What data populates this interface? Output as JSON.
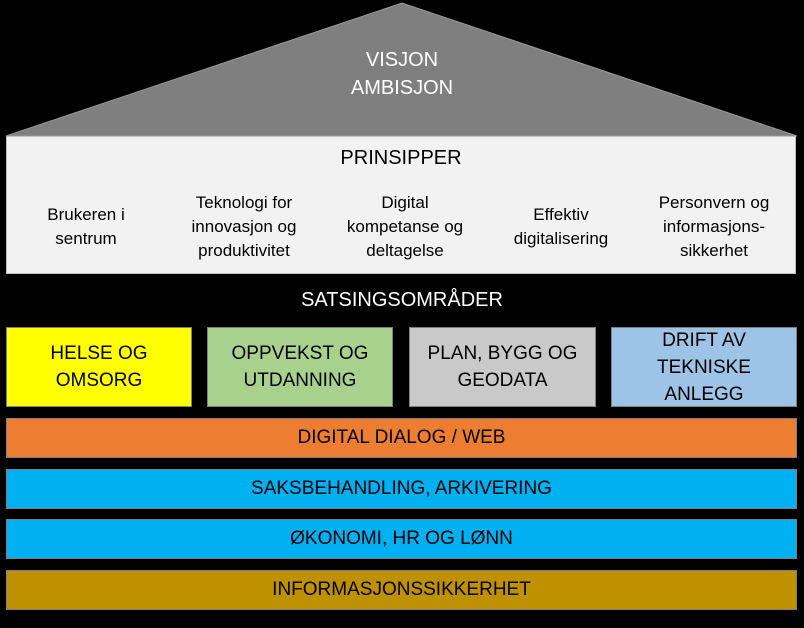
{
  "roof": {
    "line1": "VISJON",
    "line2": "AMBISJON",
    "color": "#7f7f7f"
  },
  "principles": {
    "title": "PRINSIPPER",
    "items": [
      "Brukeren i\nsentrum",
      "Teknologi for\ninnovasjon og\nproduktivitet",
      "Digital\nkompetanse og\ndeltagelse",
      "Effektiv\ndigitalisering",
      "Personvern og\ninformasjons-\nsikkerhet"
    ]
  },
  "focus_areas": {
    "title": "SATSINGSOMRÅDER",
    "items": [
      {
        "label": "HELSE OG\nOMSORG",
        "color": "#ffff00"
      },
      {
        "label": "OPPVEKST OG\nUTDANNING",
        "color": "#a9d18e"
      },
      {
        "label": "PLAN, BYGG OG\nGEODATA",
        "color": "#c9c9c9"
      },
      {
        "label": "DRIFT AV\nTEKNISKE\nANLEGG",
        "color": "#9dc3e6"
      }
    ]
  },
  "bands": [
    {
      "label": "DIGITAL DIALOG / WEB",
      "color": "#ed7d31"
    },
    {
      "label": "SAKSBEHANDLING, ARKIVERING",
      "color": "#00b0f0"
    },
    {
      "label": "ØKONOMI, HR OG LØNN",
      "color": "#00b0f0"
    },
    {
      "label": "INFORMASJONSSIKKERHET",
      "color": "#bf9000"
    }
  ]
}
